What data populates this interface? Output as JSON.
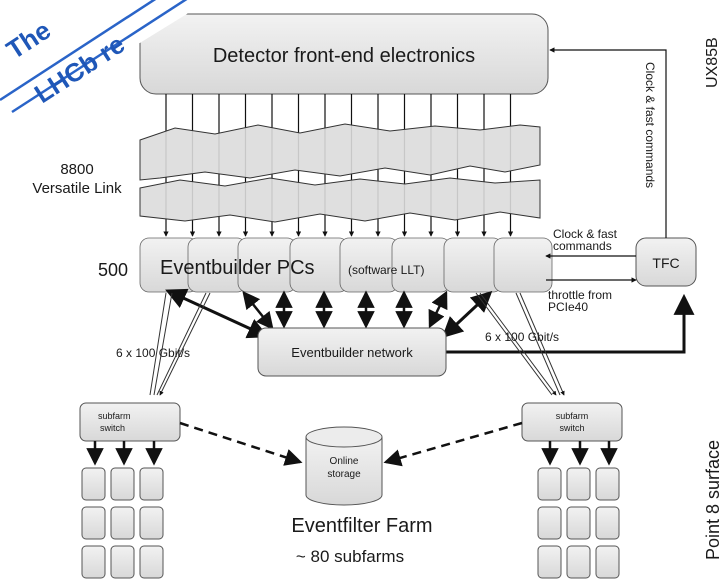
{
  "banner": {
    "line1": "The",
    "line2": "LHCb re"
  },
  "frontend": {
    "label": "Detector front-end electronics"
  },
  "links": {
    "count": "8800",
    "label": "Versatile Link"
  },
  "builders": {
    "count": "500",
    "label": "Eventbuilder PCs",
    "sublabel": "(software  LLT)"
  },
  "tfc": {
    "label": "TFC"
  },
  "annotations": {
    "clock_vertical": "Clock & fast commands",
    "clock_fast_1": "Clock & fast",
    "clock_fast_2": "commands",
    "throttle_1": "throttle from",
    "throttle_2": "PCIe40",
    "bw_left": "6 x 100 Gbit/s",
    "bw_right": "6 x 100 Gbit/s"
  },
  "network": {
    "label": "Eventbuilder network"
  },
  "switches": {
    "line1": "subfarm",
    "line2": "switch"
  },
  "storage": {
    "line1": "Online",
    "line2": "storage"
  },
  "farm": {
    "title": "Eventfilter Farm",
    "subtitle": "~ 80 subfarms"
  },
  "locations": {
    "cavern": "UX85B",
    "surface": "Point 8 surface"
  },
  "colors": {
    "box_fill": "#e4e4e4",
    "banner_border": "#2a64c8",
    "banner_text": "#1f57b8"
  }
}
